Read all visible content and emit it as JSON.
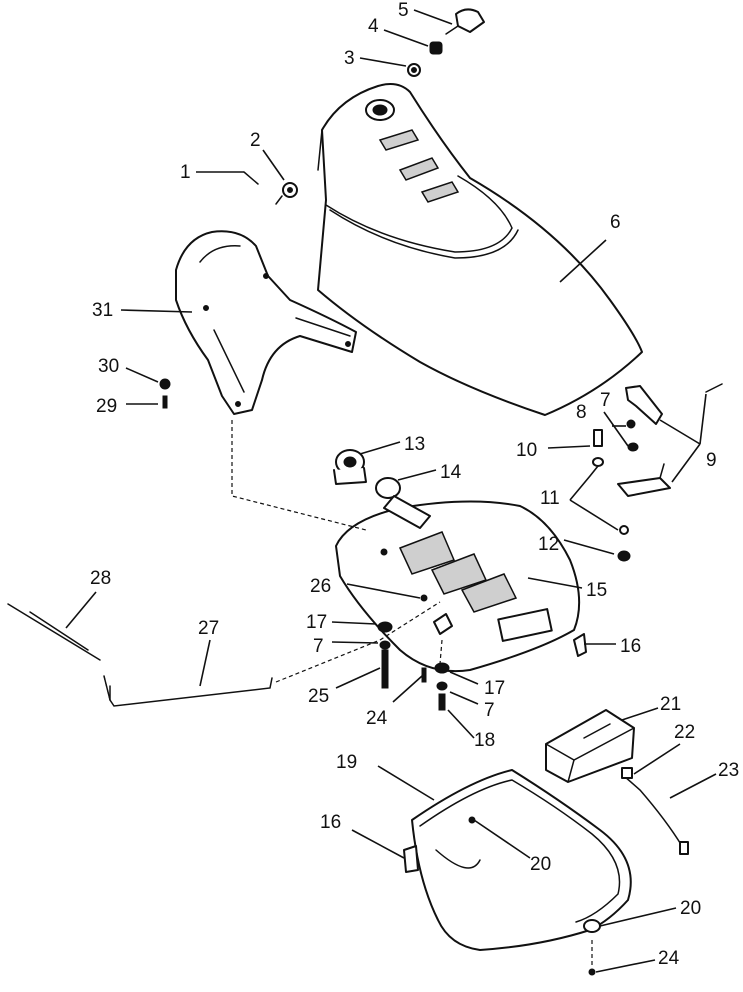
{
  "callouts": [
    {
      "id": "c1",
      "label": "1"
    },
    {
      "id": "c2",
      "label": "2"
    },
    {
      "id": "c3",
      "label": "3"
    },
    {
      "id": "c4",
      "label": "4"
    },
    {
      "id": "c5",
      "label": "5"
    },
    {
      "id": "c6",
      "label": "6"
    },
    {
      "id": "c7a",
      "label": "7"
    },
    {
      "id": "c7b",
      "label": "7"
    },
    {
      "id": "c7c",
      "label": "7"
    },
    {
      "id": "c8",
      "label": "8"
    },
    {
      "id": "c9",
      "label": "9"
    },
    {
      "id": "c10",
      "label": "10"
    },
    {
      "id": "c11",
      "label": "11"
    },
    {
      "id": "c12",
      "label": "12"
    },
    {
      "id": "c13",
      "label": "13"
    },
    {
      "id": "c14",
      "label": "14"
    },
    {
      "id": "c15",
      "label": "15"
    },
    {
      "id": "c16a",
      "label": "16"
    },
    {
      "id": "c16b",
      "label": "16"
    },
    {
      "id": "c17a",
      "label": "17"
    },
    {
      "id": "c17b",
      "label": "17"
    },
    {
      "id": "c18",
      "label": "18"
    },
    {
      "id": "c19",
      "label": "19"
    },
    {
      "id": "c20a",
      "label": "20"
    },
    {
      "id": "c20b",
      "label": "20"
    },
    {
      "id": "c21",
      "label": "21"
    },
    {
      "id": "c22",
      "label": "22"
    },
    {
      "id": "c23",
      "label": "23"
    },
    {
      "id": "c24a",
      "label": "24"
    },
    {
      "id": "c24b",
      "label": "24"
    },
    {
      "id": "c25",
      "label": "25"
    },
    {
      "id": "c26",
      "label": "26"
    },
    {
      "id": "c27",
      "label": "27"
    },
    {
      "id": "c28",
      "label": "28"
    },
    {
      "id": "c29",
      "label": "29"
    },
    {
      "id": "c30",
      "label": "30"
    },
    {
      "id": "c31",
      "label": "31"
    }
  ]
}
